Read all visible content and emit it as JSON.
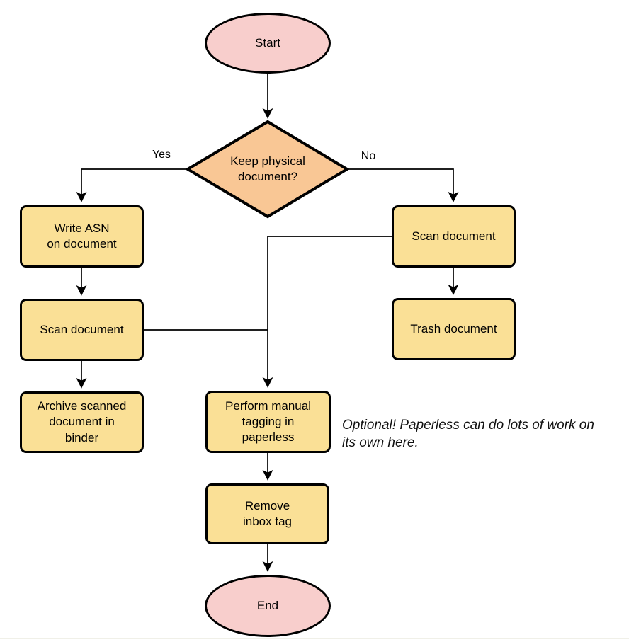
{
  "diagram": {
    "type": "flowchart",
    "nodes": {
      "start": {
        "label": "Start",
        "shape": "ellipse"
      },
      "decision": {
        "label": [
          "Keep physical",
          "document?"
        ],
        "shape": "diamond"
      },
      "write_asn": {
        "label": [
          "Write ASN",
          "on document"
        ],
        "shape": "rect"
      },
      "scan_left": {
        "label": "Scan document",
        "shape": "rect"
      },
      "archive": {
        "label": [
          "Archive scanned",
          "document in",
          "binder"
        ],
        "shape": "rect"
      },
      "scan_right": {
        "label": "Scan document",
        "shape": "rect"
      },
      "trash": {
        "label": "Trash document",
        "shape": "rect"
      },
      "perform_tagging": {
        "label": [
          "Perform manual",
          "tagging in",
          "paperless"
        ],
        "shape": "rect"
      },
      "remove_inbox": {
        "label": [
          "Remove",
          "inbox tag"
        ],
        "shape": "rect"
      },
      "end": {
        "label": "End",
        "shape": "ellipse"
      }
    },
    "edge_labels": {
      "yes": "Yes",
      "no": "No"
    },
    "note": [
      "Optional! Paperless can do lots of work on",
      "its own here."
    ],
    "edges": [
      "start -> decision",
      "decision -> write_asn (Yes)",
      "decision -> scan_right (No)",
      "write_asn -> scan_left",
      "scan_left -> archive",
      "scan_left -> perform_tagging",
      "scan_right -> trash",
      "scan_right -> perform_tagging",
      "perform_tagging -> remove_inbox",
      "remove_inbox -> end"
    ],
    "colors": {
      "terminal_fill": "#f8cecc",
      "decision_fill": "#f9c795",
      "process_fill": "#fae096",
      "stroke": "#000000",
      "page_edge": "#f0f0e8"
    }
  }
}
